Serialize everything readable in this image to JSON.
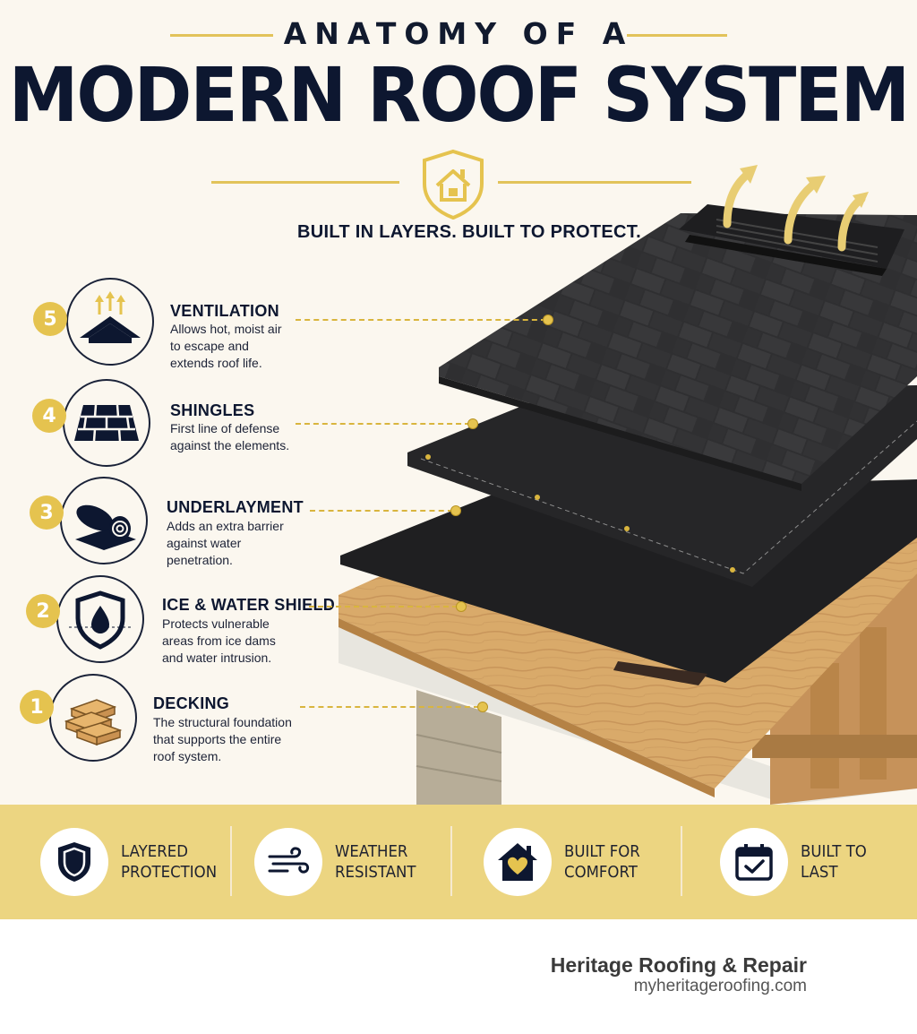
{
  "header": {
    "kicker": "ANATOMY OF A",
    "title": "MODERN ROOF SYSTEM",
    "tagline": "BUILT IN LAYERS. BUILT TO PROTECT."
  },
  "layers": [
    {
      "number": "5",
      "title": "VENTILATION",
      "description": "Allows hot, moist air to escape and extends roof life.",
      "icon": "roof-vent-icon"
    },
    {
      "number": "4",
      "title": "SHINGLES",
      "description": "First line of defense against the elements.",
      "icon": "shingles-icon"
    },
    {
      "number": "3",
      "title": "UNDERLAYMENT",
      "description": "Adds an extra barrier against water penetration.",
      "icon": "underlayment-roll-icon"
    },
    {
      "number": "2",
      "title": "ICE & WATER SHIELD",
      "description": "Protects vulnerable areas from ice dams and water intrusion.",
      "icon": "shield-drop-icon"
    },
    {
      "number": "1",
      "title": "DECKING",
      "description": "The structural foundation that supports the entire roof system.",
      "icon": "wood-planks-icon"
    }
  ],
  "benefits": [
    {
      "label": "LAYERED\nPROTECTION",
      "icon": "shield-icon"
    },
    {
      "label": "WEATHER\nRESISTANT",
      "icon": "wind-icon"
    },
    {
      "label": "BUILT FOR\nCOMFORT",
      "icon": "house-heart-icon"
    },
    {
      "label": "BUILT TO\nLAST",
      "icon": "calendar-check-icon"
    }
  ],
  "brand": {
    "name": "Heritage Roofing & Repair",
    "url": "myheritageroofing.com"
  },
  "colors": {
    "navy": "#0d1730",
    "gold": "#e5c34f",
    "band": "#ecd581",
    "background": "#fbf7ef",
    "shingle": "#2b2b2b",
    "wood": "#d9aa6a"
  }
}
